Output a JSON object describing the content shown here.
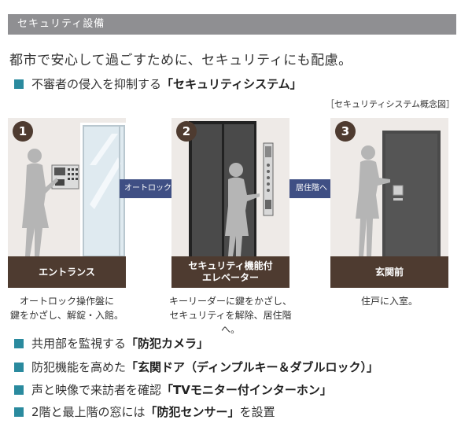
{
  "header": {
    "title": "セキュリティ設備"
  },
  "headline": "都市で安心して過ごすために、セキュリティにも配慮。",
  "main_bullet": {
    "prefix": "不審者の侵入を抑制する",
    "emphasis": "「セキュリティシステム」"
  },
  "diagram_caption": "［セキュリティシステム概念図］",
  "steps": [
    {
      "number": "1",
      "label": "エントランス",
      "desc_line1": "オートロック操作盤に",
      "desc_line2": "鍵をかざし、解錠・入館。"
    },
    {
      "number": "2",
      "label_line1": "セキュリティ機能付",
      "label_line2": "エレベーター",
      "desc_line1": "キーリーダーに鍵をかざし、",
      "desc_line2": "セキュリティを解除、居住階へ。"
    },
    {
      "number": "3",
      "label": "玄関前",
      "desc_line1": "住戸に入室。"
    }
  ],
  "arrows": [
    {
      "label": "オートロック解錠"
    },
    {
      "label": "居住階へ"
    }
  ],
  "bullets": [
    {
      "prefix": "共用部を監視する",
      "emphasis": "「防犯カメラ」",
      "suffix": ""
    },
    {
      "prefix": "防犯機能を高めた",
      "emphasis": "「玄関ドア（ディンプルキー＆ダブルロック）」",
      "suffix": ""
    },
    {
      "prefix": "声と映像で来訪者を確認",
      "emphasis": "「TVモニター付インターホン」",
      "suffix": ""
    },
    {
      "prefix": "2階と最上階の窓には",
      "emphasis": "「防犯センサー」",
      "suffix": "を設置"
    }
  ],
  "colors": {
    "accent": "#2a8a9e",
    "label_bg": "#4e3b30",
    "arrow": "#3f4f84",
    "header_bg": "#8f8f92"
  }
}
